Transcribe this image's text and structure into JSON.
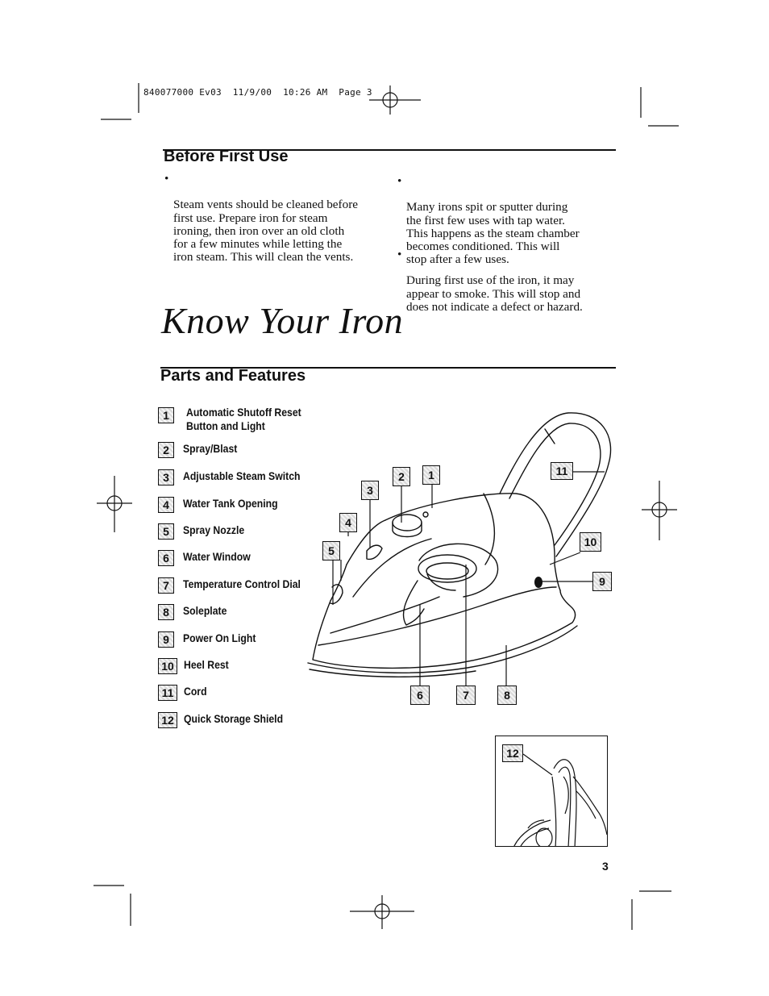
{
  "header": {
    "slug": "840077000 Ev03  11/9/00  10:26 AM  Page 3"
  },
  "before_first_use": {
    "heading": "Before First Use",
    "left_bullet": "Steam vents should be cleaned before\nfirst use. Prepare iron for steam\nironing, then iron over an old cloth\nfor a few minutes while letting the\niron steam. This will clean the vents.",
    "right_bullet_1": "Many irons spit or sputter during\nthe first few uses with tap water.\nThis happens as the steam chamber\nbecomes conditioned. This will\nstop after a few uses.",
    "right_bullet_2": "During first use of the iron, it may\nappear to smoke. This will stop and\ndoes not indicate a defect or hazard.",
    "bullet_glyph": "•"
  },
  "title": "Know Your Iron",
  "parts": {
    "heading": "Parts and Features",
    "items": [
      {
        "num": "1",
        "label": "Automatic Shutoff Reset\nButton and Light"
      },
      {
        "num": "2",
        "label": "Spray/Blast"
      },
      {
        "num": "3",
        "label": "Adjustable Steam Switch"
      },
      {
        "num": "4",
        "label": "Water Tank Opening"
      },
      {
        "num": "5",
        "label": "Spray Nozzle"
      },
      {
        "num": "6",
        "label": "Water Window"
      },
      {
        "num": "7",
        "label": "Temperature Control Dial"
      },
      {
        "num": "8",
        "label": "Soleplate"
      },
      {
        "num": "9",
        "label": "Power On Light"
      },
      {
        "num": "10",
        "label": "Heel Rest"
      },
      {
        "num": "11",
        "label": "Cord"
      },
      {
        "num": "12",
        "label": "Quick Storage Shield"
      }
    ]
  },
  "diagram_callouts": [
    "2",
    "1",
    "3",
    "11",
    "4",
    "5",
    "10",
    "9",
    "6",
    "7",
    "8"
  ],
  "inset_callout": "12",
  "page_number": "3"
}
